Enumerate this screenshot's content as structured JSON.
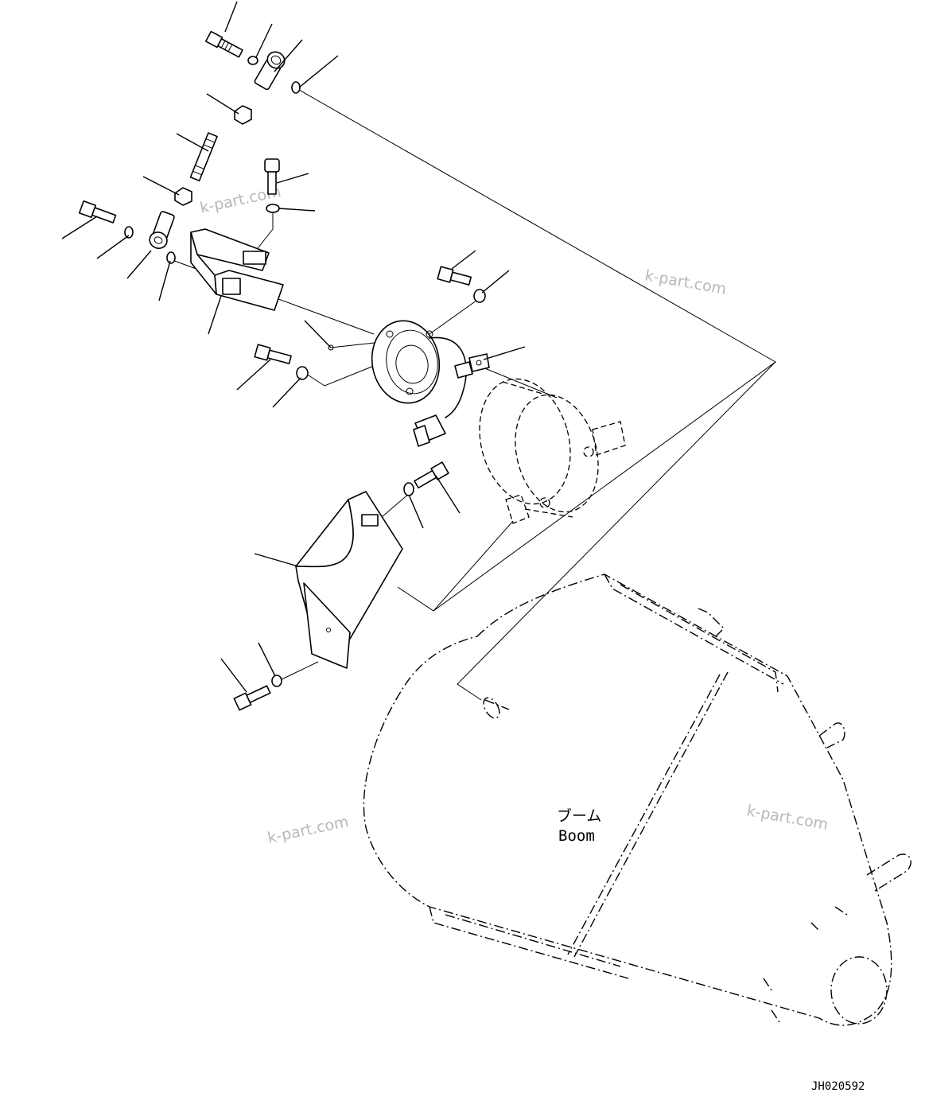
{
  "watermark": "k-part.com",
  "boom_label_jp": "ブーム",
  "boom_label_en": "Boom",
  "drawing_code": "JH020592"
}
